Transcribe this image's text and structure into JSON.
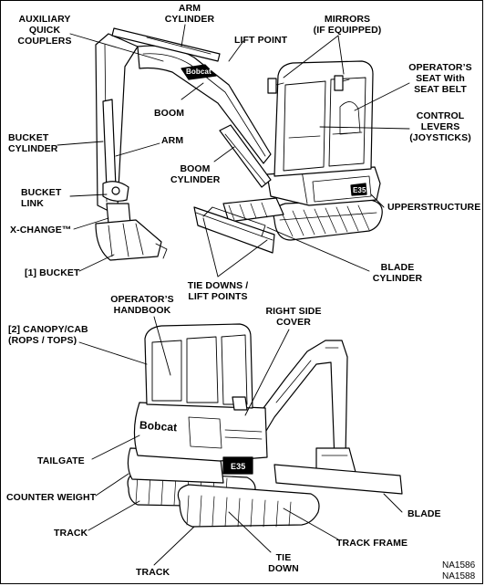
{
  "top_view": {
    "labels": {
      "auxiliary_quick_couplers": "AUXILIARY\nQUICK\nCOUPLERS",
      "arm_cylinder": "ARM\nCYLINDER",
      "lift_point": "LIFT POINT",
      "mirrors": "MIRRORS\n(IF EQUIPPED)",
      "operators_seat": "OPERATOR’S\nSEAT With\nSEAT BELT",
      "control_levers": "CONTROL\nLEVERS\n(JOYSTICKS)",
      "boom": "BOOM",
      "arm": "ARM",
      "bucket_cylinder": "BUCKET\nCYLINDER",
      "boom_cylinder": "BOOM\nCYLINDER",
      "bucket_link": "BUCKET\nLINK",
      "upperstructure": "UPPERSTRUCTURE",
      "x_change": "X-CHANGE™",
      "bucket": "[1] BUCKET",
      "blade_cylinder": "BLADE\nCYLINDER",
      "tie_downs": "TIE DOWNS /\nLIFT POINTS"
    },
    "decals": {
      "brand": "Bobcat",
      "model": "E35"
    }
  },
  "bottom_view": {
    "labels": {
      "canopy_cab": "[2] CANOPY/CAB\n(ROPS / TOPS)",
      "operators_handbook": "OPERATOR’S\nHANDBOOK",
      "right_side_cover": "RIGHT SIDE\nCOVER",
      "tailgate": "TAILGATE",
      "counter_weight": "COUNTER WEIGHT",
      "track_left": "TRACK",
      "track_bottom": "TRACK",
      "blade": "BLADE",
      "track_frame": "TRACK FRAME",
      "tie_down": "TIE\nDOWN"
    },
    "decals": {
      "brand": "Bobcat",
      "model": "E35"
    }
  },
  "figure_refs": {
    "ref1": "NA1586",
    "ref2": "NA1588"
  }
}
